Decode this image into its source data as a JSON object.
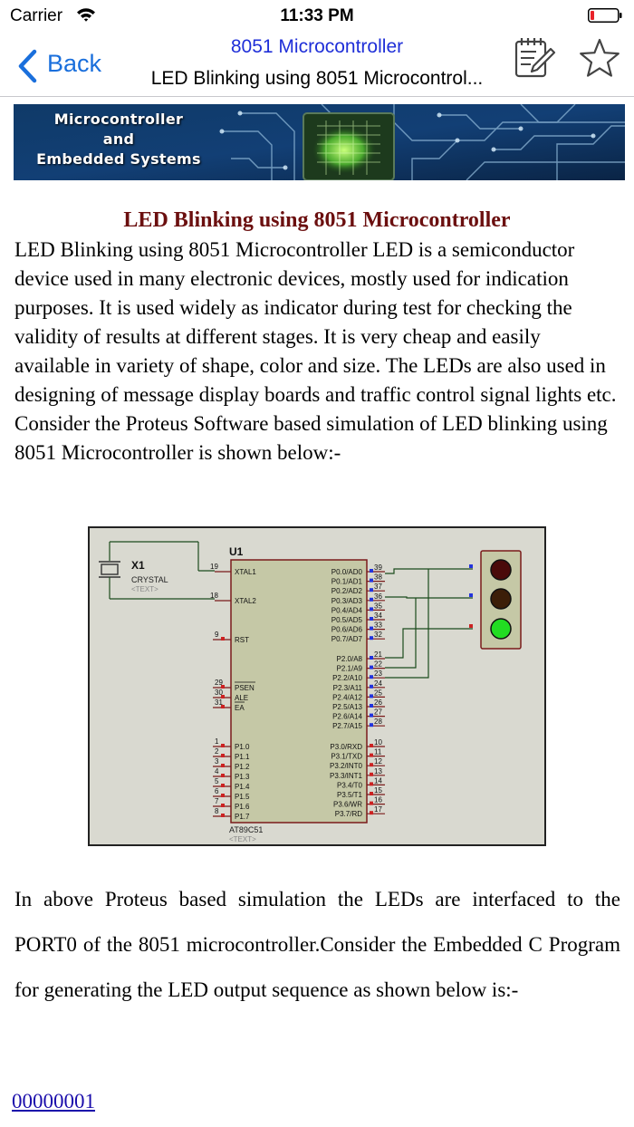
{
  "status_bar": {
    "carrier": "Carrier",
    "time": "11:33 PM"
  },
  "nav": {
    "back_label": "Back",
    "title": "8051 Microcontroller",
    "subtitle": "LED Blinking using 8051 Microcontrol...",
    "icons": [
      "note-edit-icon",
      "star-icon"
    ],
    "accent_color": "#1a6fdc"
  },
  "banner": {
    "line1": "Microcontroller",
    "line2": "and",
    "line3": "Embedded Systems"
  },
  "article": {
    "title": "LED Blinking using 8051 Microcontroller",
    "title_color": "#6b0f0f",
    "intro": "LED Blinking using 8051 Microcontroller LED is a semiconductor device used in many electronic devices, mostly used for indication purposes. It is used widely as indicator during test for checking the validity of results at different stages. It is very cheap and easily available in variety of shape, color and size. The LEDs are also used in designing of message display boards and traffic control signal lights etc. Consider the Proteus Software based simulation of LED blinking using 8051 Microcontroller is shown below:-",
    "para2": "In above Proteus based simulation the LEDs are interfaced to the PORT0 of the 8051 microcontroller.Consider the Embedded C Program for generating the LED output sequence as shown below is:-",
    "link": "00000001"
  },
  "schematic": {
    "chip_ref": "U1",
    "chip_part": "AT89C51",
    "chip_text": "<TEXT>",
    "crystal_ref": "X1",
    "crystal_part": "CRYSTAL",
    "crystal_text": "<TEXT>",
    "left_pins": [
      {
        "num": "19",
        "name": "XTAL1"
      },
      {
        "num": "18",
        "name": "XTAL2"
      },
      {
        "num": "9",
        "name": "RST"
      },
      {
        "num": "29",
        "name": "PSEN"
      },
      {
        "num": "30",
        "name": "ALE"
      },
      {
        "num": "31",
        "name": "EA"
      },
      {
        "num": "1",
        "name": "P1.0"
      },
      {
        "num": "2",
        "name": "P1.1"
      },
      {
        "num": "3",
        "name": "P1.2"
      },
      {
        "num": "4",
        "name": "P1.3"
      },
      {
        "num": "5",
        "name": "P1.4"
      },
      {
        "num": "6",
        "name": "P1.5"
      },
      {
        "num": "7",
        "name": "P1.6"
      },
      {
        "num": "8",
        "name": "P1.7"
      }
    ],
    "right_pins": [
      {
        "num": "39",
        "name": "P0.0/AD0"
      },
      {
        "num": "38",
        "name": "P0.1/AD1"
      },
      {
        "num": "37",
        "name": "P0.2/AD2"
      },
      {
        "num": "36",
        "name": "P0.3/AD3"
      },
      {
        "num": "35",
        "name": "P0.4/AD4"
      },
      {
        "num": "34",
        "name": "P0.5/AD5"
      },
      {
        "num": "33",
        "name": "P0.6/AD6"
      },
      {
        "num": "32",
        "name": "P0.7/AD7"
      },
      {
        "num": "21",
        "name": "P2.0/A8"
      },
      {
        "num": "22",
        "name": "P2.1/A9"
      },
      {
        "num": "23",
        "name": "P2.2/A10"
      },
      {
        "num": "24",
        "name": "P2.3/A11"
      },
      {
        "num": "25",
        "name": "P2.4/A12"
      },
      {
        "num": "26",
        "name": "P2.5/A13"
      },
      {
        "num": "27",
        "name": "P2.6/A14"
      },
      {
        "num": "28",
        "name": "P2.7/A15"
      },
      {
        "num": "10",
        "name": "P3.0/RXD"
      },
      {
        "num": "11",
        "name": "P3.1/TXD"
      },
      {
        "num": "12",
        "name": "P3.2/INT0"
      },
      {
        "num": "13",
        "name": "P3.3/INT1"
      },
      {
        "num": "14",
        "name": "P3.4/T0"
      },
      {
        "num": "15",
        "name": "P3.5/T1"
      },
      {
        "num": "16",
        "name": "P3.6/WR"
      },
      {
        "num": "17",
        "name": "P3.7/RD"
      }
    ],
    "leds": [
      {
        "color": "#4a0a0a",
        "state": "off"
      },
      {
        "color": "#3c1e08",
        "state": "off"
      },
      {
        "color": "#22dd22",
        "state": "on"
      }
    ]
  }
}
